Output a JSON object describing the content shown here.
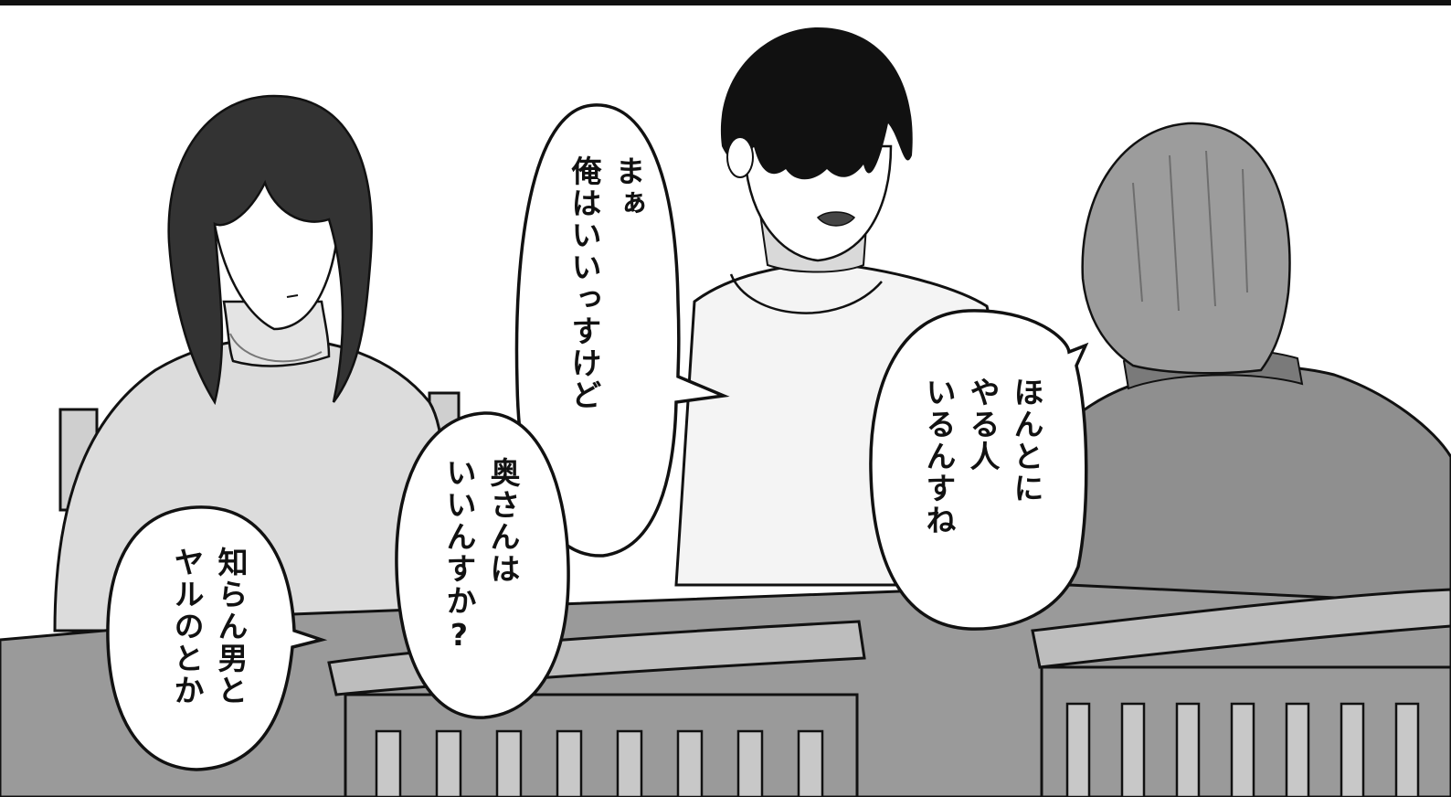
{
  "bubbles": {
    "b1": {
      "text": "まぁ\n俺はいいっすけど"
    },
    "b2": {
      "text": "奥さんは\nいいんすか?"
    },
    "b3": {
      "text": "ほんとに\nやる人\nいるんすね"
    },
    "b4": {
      "text": "知らん男と\nヤルのとか"
    }
  },
  "colors": {
    "ink": "#111111",
    "paper": "#ffffff",
    "table": "#9a9a9a",
    "chair": "#bdbdbd",
    "sweater_woman": "#dcdcdc",
    "shirt_man": "#f2f2f2",
    "jacket_right": "#8f8f8f",
    "hair_right": "#9c9c9c"
  }
}
